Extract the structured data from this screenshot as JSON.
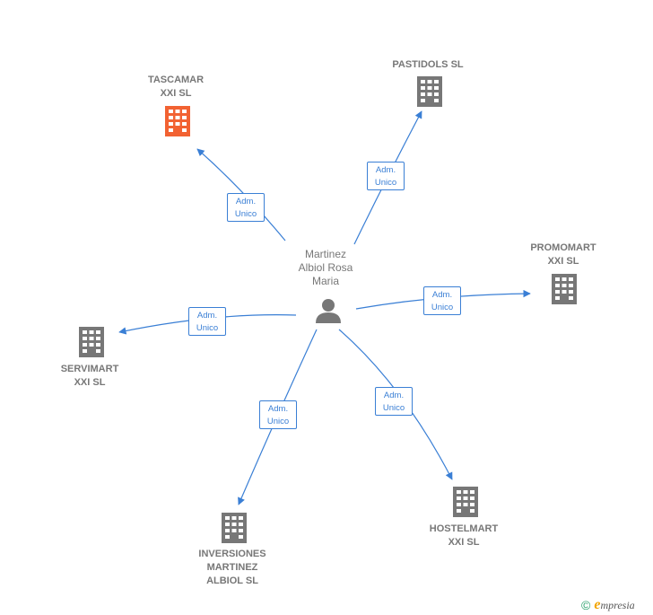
{
  "center": {
    "label": "Martinez\nAlbiol Rosa\nMaria",
    "icon": "person-icon"
  },
  "companies": [
    {
      "id": "tascamar",
      "label": "TASCAMAR\nXXI  SL",
      "icon": "building-icon",
      "color": "#f26232",
      "highlight": true
    },
    {
      "id": "pastidols",
      "label": "PASTIDOLS SL",
      "icon": "building-icon",
      "color": "#777777"
    },
    {
      "id": "promomart",
      "label": "PROMOMART\nXXI SL",
      "icon": "building-icon",
      "color": "#777777"
    },
    {
      "id": "servimart",
      "label": "SERVIMART\nXXI SL",
      "icon": "building-icon",
      "color": "#777777"
    },
    {
      "id": "hostelmart",
      "label": "HOSTELMART\nXXI SL",
      "icon": "building-icon",
      "color": "#777777"
    },
    {
      "id": "inversiones",
      "label": "INVERSIONES\nMARTINEZ\nALBIOL SL",
      "icon": "building-icon",
      "color": "#777777"
    }
  ],
  "edges": [
    {
      "target": "tascamar",
      "label": "Adm.\nUnico"
    },
    {
      "target": "pastidols",
      "label": "Adm.\nUnico"
    },
    {
      "target": "promomart",
      "label": "Adm.\nUnico"
    },
    {
      "target": "servimart",
      "label": "Adm.\nUnico"
    },
    {
      "target": "hostelmart",
      "label": "Adm.\nUnico"
    },
    {
      "target": "inversiones",
      "label": "Adm.\nUnico"
    }
  ],
  "colors": {
    "edge": "#3a7fd5",
    "node": "#777777",
    "highlight": "#f26232",
    "copyright": "#2aa06b",
    "brand_accent": "#f2a400"
  },
  "footer": {
    "copyright_symbol": "©",
    "brand_initial": "e",
    "brand_rest": "mpresia"
  }
}
